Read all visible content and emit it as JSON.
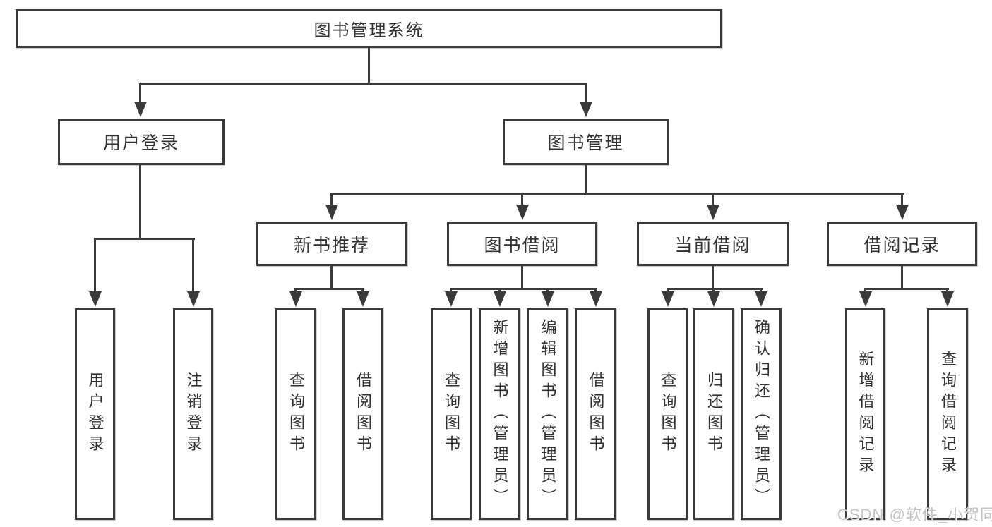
{
  "diagram": {
    "root": {
      "label": "图书管理系统"
    },
    "level2": [
      {
        "label": "用户登录"
      },
      {
        "label": "图书管理"
      }
    ],
    "level3": [
      {
        "label": "新书推荐"
      },
      {
        "label": "图书借阅"
      },
      {
        "label": "当前借阅"
      },
      {
        "label": "借阅记录"
      }
    ],
    "leaves": [
      {
        "label": "用户登录"
      },
      {
        "label": "注销登录"
      },
      {
        "label": "查询图书"
      },
      {
        "label": "借阅图书"
      },
      {
        "label": "查询图书"
      },
      {
        "label": "新增图书（管理员）"
      },
      {
        "label": "编辑图书（管理员）"
      },
      {
        "label": "借阅图书"
      },
      {
        "label": "查询图书"
      },
      {
        "label": "归还图书"
      },
      {
        "label": "确认归还（管理员）"
      },
      {
        "label": "新增借阅记录"
      },
      {
        "label": "查询借阅记录"
      }
    ]
  },
  "colors": {
    "line": "#3a3a3a",
    "box_border": "#3a3a3a",
    "text": "#303030",
    "watermark": "#c3c3c3"
  },
  "watermark": {
    "text": "CSDN @软件_小贺同学"
  }
}
